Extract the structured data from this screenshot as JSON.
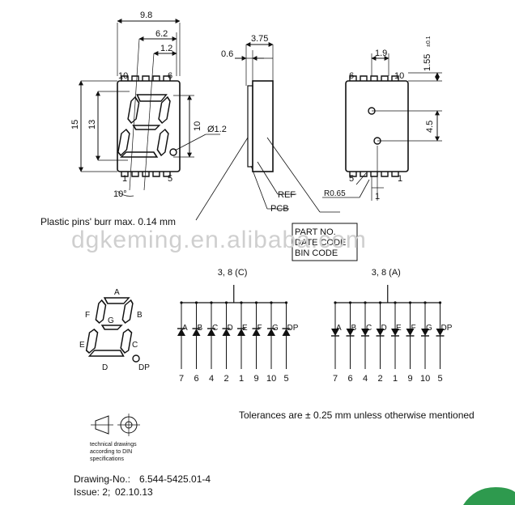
{
  "front_view": {
    "dim_width": "9.8",
    "dim_62": "6.2",
    "dim_12": "1.2",
    "dim_height": "15",
    "dim_13": "13",
    "dim_10": "10",
    "dim_hole": "Ø1.2",
    "angle": "10°",
    "pin_10": "10",
    "pin_6": "6",
    "pin_1": "1",
    "pin_5": "5"
  },
  "side_view": {
    "dim_375": "3.75",
    "dim_06": "0.6",
    "ref": "REF",
    "pcb": "PCB",
    "part_no": "PART NO.",
    "date_code": "DATE CODE",
    "bin_code": "BIN CODE",
    "burr_note": "Plastic pins' burr max. 0.14 mm"
  },
  "back_view": {
    "dim_19": "1.9",
    "dim_155": "1.55",
    "dim_155_tol": "±0.1",
    "dim_45": "4.5",
    "dim_r065": "R0.65",
    "dim_1": "1",
    "pin_6": "6",
    "pin_10": "10",
    "pin_5": "5",
    "pin_1": "1"
  },
  "segment_diagram": {
    "a": "A",
    "b": "B",
    "c": "C",
    "d": "D",
    "e": "E",
    "f": "F",
    "g": "G",
    "dp": "DP"
  },
  "circuits": [
    {
      "common_label": "3, 8 (C)",
      "diodes": [
        "A",
        "B",
        "C",
        "D",
        "E",
        "F",
        "G",
        "DP"
      ],
      "pins": [
        "7",
        "6",
        "4",
        "2",
        "1",
        "9",
        "10",
        "5"
      ]
    },
    {
      "common_label": "3, 8 (A)",
      "diodes": [
        "A",
        "B",
        "C",
        "D",
        "E",
        "F",
        "G",
        "DP"
      ],
      "pins": [
        "7",
        "6",
        "4",
        "2",
        "1",
        "9",
        "10",
        "5"
      ]
    }
  ],
  "tolerance_note": "Tolerances are ± 0.25 mm unless otherwise mentioned",
  "din_note": [
    "technical drawings",
    "according to DIN",
    "specifications"
  ],
  "drawing_no_label": "Drawing-No.:",
  "drawing_no": "6.544-5425.01-4",
  "issue": "Issue: 2;",
  "issue_date": "02.10.13",
  "watermark": "dgkeming.en.alibaba.com"
}
